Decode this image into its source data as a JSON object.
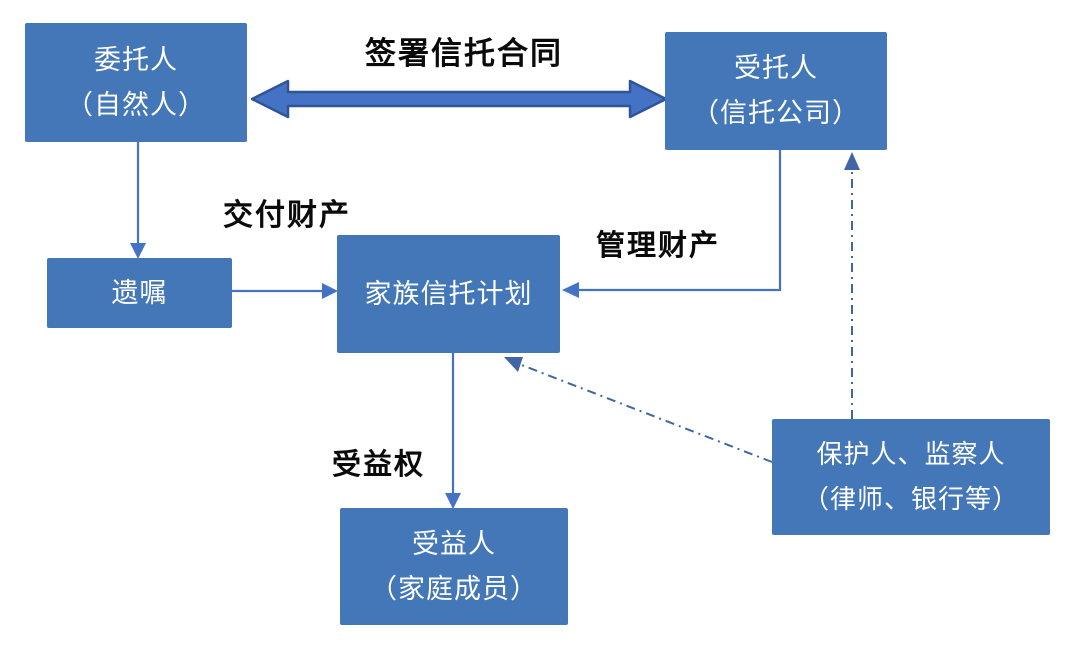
{
  "diagram": {
    "nodes": [
      {
        "id": "settlor",
        "line1": "委托人",
        "line2": "（自然人）"
      },
      {
        "id": "trustee",
        "line1": "受托人",
        "line2": "（信托公司）"
      },
      {
        "id": "will",
        "line1": "遗嘱"
      },
      {
        "id": "trust_plan",
        "line1": "家族信托计划"
      },
      {
        "id": "beneficiary",
        "line1": "受益人",
        "line2": "（家庭成员）"
      },
      {
        "id": "protector",
        "line1": "保护人、监察人",
        "line2": "（律师、银行等）"
      }
    ],
    "edge_labels": {
      "sign_contract": "签署信托合同",
      "deliver_property": "交付财产",
      "manage_property": "管理财产",
      "beneficial_right": "受益权"
    },
    "colors": {
      "node_fill": "#4377B7",
      "node_text": "#FFFFFF",
      "arrow_fill": "#4472C4",
      "arrow_stroke": "#2F5597",
      "line": "#4472C4",
      "dash": "#4066A4",
      "label": "#0A0A0A",
      "bg": "#FFFFFF"
    }
  }
}
